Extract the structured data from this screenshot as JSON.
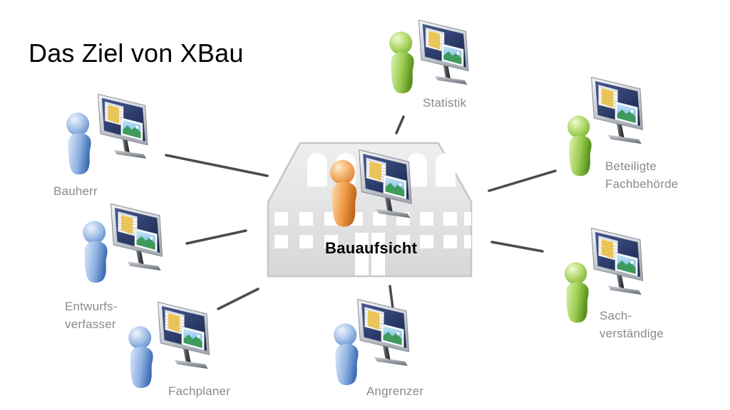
{
  "title": "Das Ziel von XBau",
  "center": {
    "id": "bauaufsicht",
    "label": "Bauaufsicht",
    "building": "town-hall",
    "person_color": "orange"
  },
  "nodes": [
    {
      "id": "bauherr",
      "label": "Bauherr",
      "person_color": "blue"
    },
    {
      "id": "entwurfsverfasser",
      "label": "Entwurfs-\nverfasser",
      "person_color": "blue"
    },
    {
      "id": "fachplaner",
      "label": "Fachplaner",
      "person_color": "blue"
    },
    {
      "id": "angrenzer",
      "label": "Angrenzer",
      "person_color": "blue"
    },
    {
      "id": "statistik",
      "label": "Statistik",
      "person_color": "green"
    },
    {
      "id": "beteiligte-fachbehoerde",
      "label": "Beteiligte\nFachbehörde",
      "person_color": "green"
    },
    {
      "id": "sachverstaendige",
      "label": "Sach-\nverständige",
      "person_color": "green"
    }
  ],
  "connections": [
    "bauherr-bauaufsicht",
    "entwurfsverfasser-bauaufsicht",
    "fachplaner-bauaufsicht",
    "angrenzer-bauaufsicht",
    "statistik-bauaufsicht",
    "beteiligte-fachbehoerde-bauaufsicht",
    "sachverstaendige-bauaufsicht"
  ],
  "colors": {
    "person_blue": "#6f9bd8",
    "person_green": "#8cc63f",
    "person_orange": "#ef9440",
    "connector": "#4b4b4b",
    "label_text": "#8a8a8a",
    "title_text": "#000000",
    "building_fill": "#e2e2e4",
    "monitor_screen": "#2c3c6e"
  }
}
